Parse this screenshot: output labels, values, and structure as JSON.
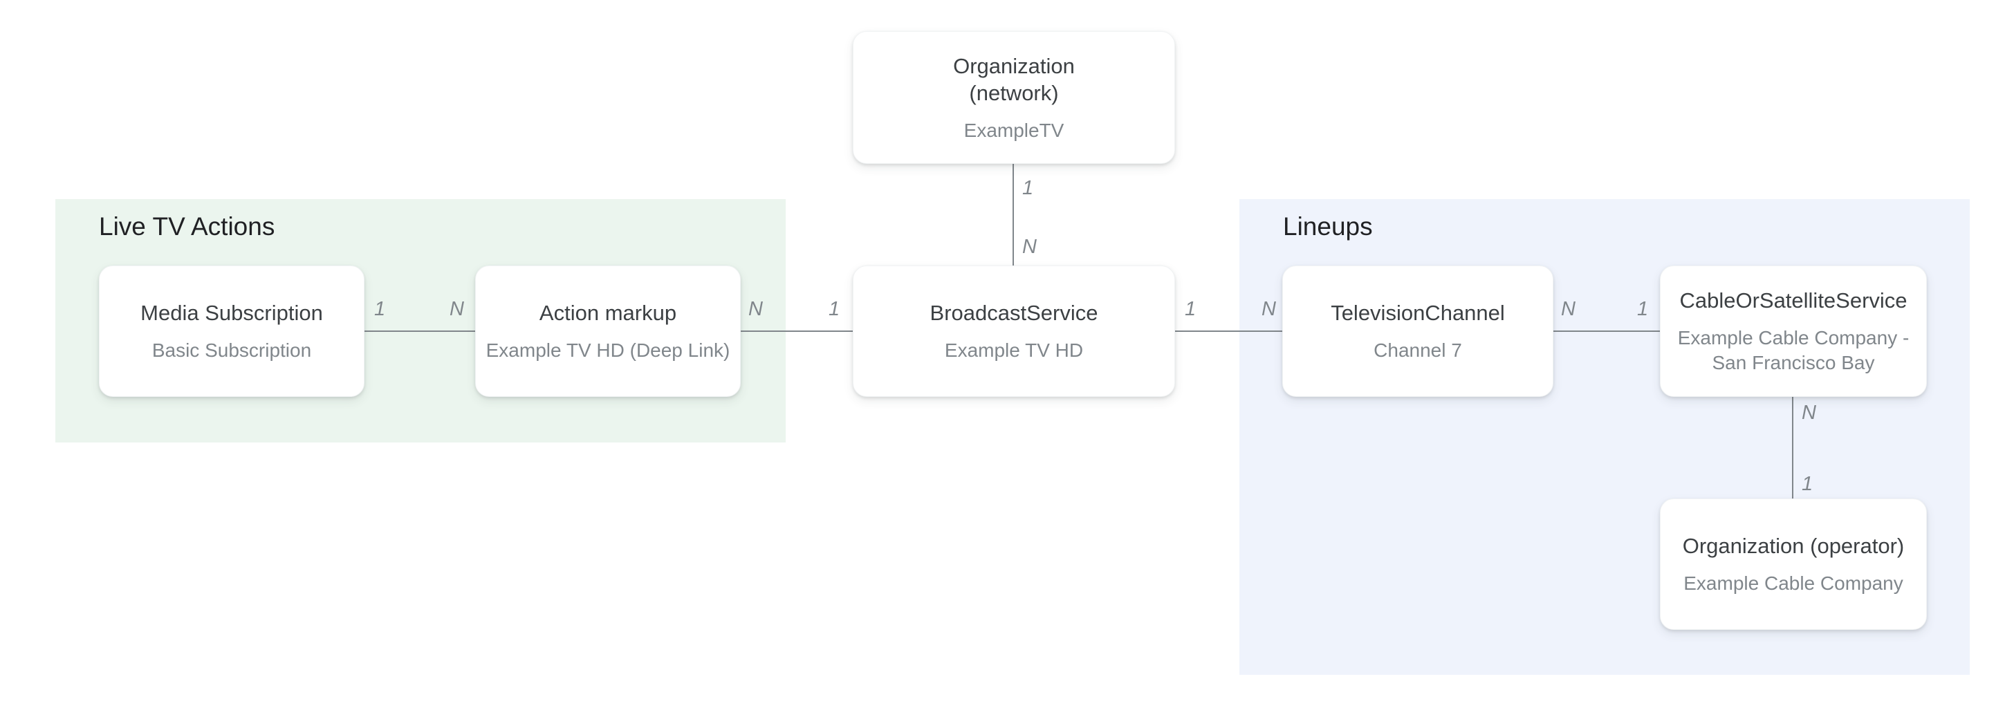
{
  "regions": {
    "live_tv_actions": {
      "title": "Live TV Actions",
      "background": "#ebf5ee"
    },
    "lineups": {
      "title": "Lineups",
      "background": "#eff3fc"
    }
  },
  "nodes": {
    "org_network": {
      "title_line1": "Organization",
      "title_line2": "(network)",
      "subtitle": "ExampleTV"
    },
    "media_subscription": {
      "title": "Media Subscription",
      "subtitle": "Basic Subscription"
    },
    "action_markup": {
      "title": "Action markup",
      "subtitle": "Example TV HD (Deep Link)"
    },
    "broadcast_service": {
      "title": "BroadcastService",
      "subtitle": "Example TV HD"
    },
    "television_channel": {
      "title": "TelevisionChannel",
      "subtitle": "Channel 7"
    },
    "cable_or_satellite_service": {
      "title": "CableOrSatelliteService",
      "subtitle_line1": "Example Cable Company -",
      "subtitle_line2": "San Francisco Bay"
    },
    "org_operator": {
      "title": "Organization (operator)",
      "subtitle": "Example Cable Company"
    }
  },
  "edges": {
    "network_to_broadcast": {
      "label_start": "1",
      "label_end": "N"
    },
    "media_to_action": {
      "label_start": "1",
      "label_end": "N"
    },
    "action_to_broadcast": {
      "label_start": "N",
      "label_end": "1"
    },
    "broadcast_to_channel": {
      "label_start": "1",
      "label_end": "N"
    },
    "channel_to_cable": {
      "label_start": "N",
      "label_end": "1"
    },
    "cable_to_operator": {
      "label_start": "N",
      "label_end": "1"
    }
  },
  "colors": {
    "edge_line": "#80868b",
    "edge_label": "#80868b",
    "node_title": "#3c4043",
    "node_subtitle": "#80868b",
    "region_title": "#202124",
    "live_region_bg": "#ebf5ee",
    "lineups_region_bg": "#eff3fc"
  }
}
